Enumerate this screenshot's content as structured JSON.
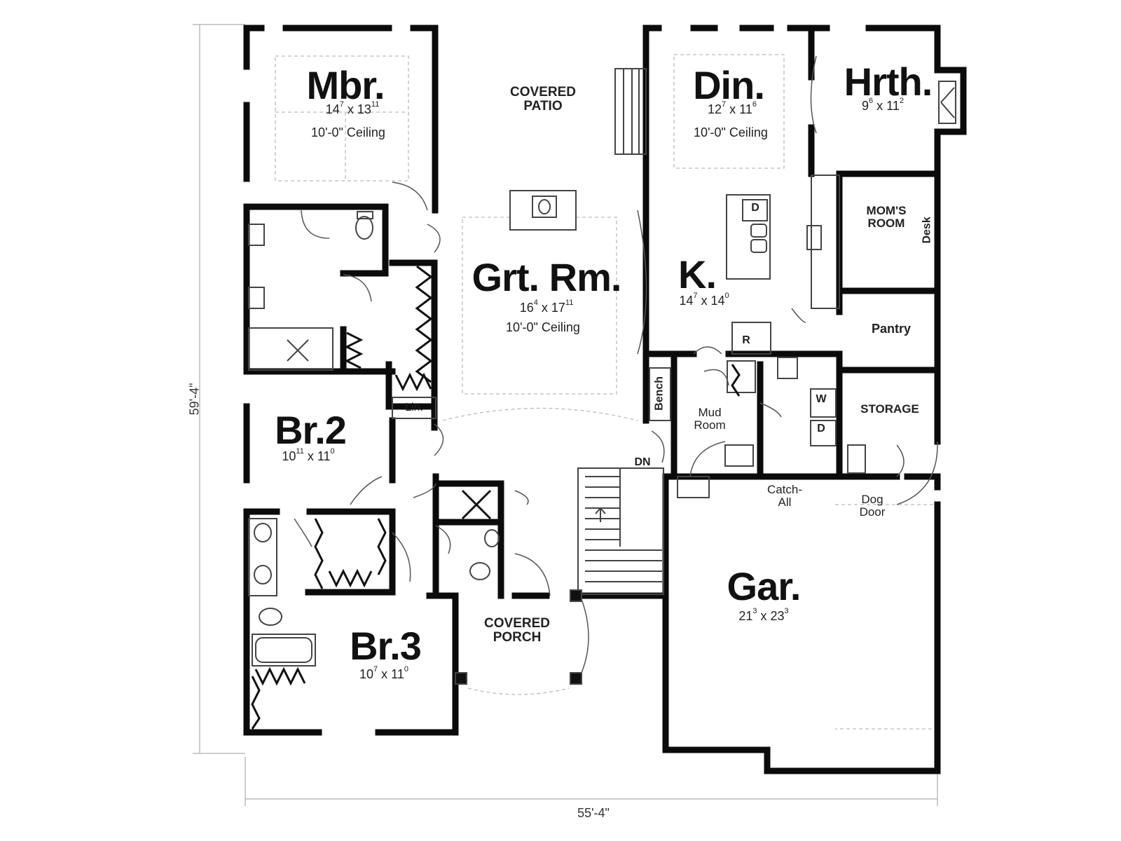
{
  "plan": {
    "overall_width": "55'-4\"",
    "overall_depth": "59'-4\""
  },
  "rooms": {
    "mbr": {
      "name": "Mbr.",
      "dims": [
        "14",
        "7",
        "13",
        "11"
      ],
      "ceiling": "10'-0\" Ceiling"
    },
    "patio": {
      "name": "COVERED\nPATIO"
    },
    "din": {
      "name": "Din.",
      "dims": [
        "12",
        "7",
        "11",
        "6"
      ],
      "ceiling": "10'-0\" Ceiling"
    },
    "hrth": {
      "name": "Hrth.",
      "dims": [
        "9",
        "6",
        "11",
        "2"
      ]
    },
    "moms": {
      "name": "MOM'S\nROOM",
      "desk": "Desk"
    },
    "grt": {
      "name": "Grt. Rm.",
      "dims": [
        "16",
        "4",
        "17",
        "11"
      ],
      "ceiling": "10'-0\" Ceiling"
    },
    "kitchen": {
      "name": "K.",
      "dims": [
        "14",
        "7",
        "14",
        "0"
      ],
      "dishwasher": "D",
      "fridge": "R"
    },
    "pantry": {
      "name": "Pantry"
    },
    "mud": {
      "name": "Mud\nRoom",
      "bench": "Bench",
      "washer": "W",
      "dryer": "D"
    },
    "storage": {
      "name": "STORAGE"
    },
    "br2": {
      "name": "Br.2",
      "dims": [
        "10",
        "11",
        "11",
        "0"
      ],
      "linen": "Lin."
    },
    "br3": {
      "name": "Br.3",
      "dims": [
        "10",
        "7",
        "11",
        "0"
      ]
    },
    "porch": {
      "name": "COVERED\nPORCH"
    },
    "stairs": {
      "down": "DN"
    },
    "catchall": {
      "name": "Catch-\nAll"
    },
    "dogdoor": {
      "name": "Dog\nDoor"
    },
    "garage": {
      "name": "Gar.",
      "dims": [
        "21",
        "3",
        "23",
        "3"
      ]
    }
  }
}
